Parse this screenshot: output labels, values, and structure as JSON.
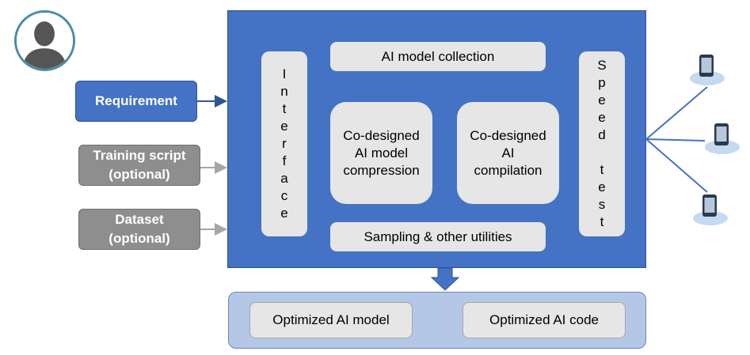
{
  "inputs": {
    "requirement": "Requirement",
    "training_script": "Training script\n(optional)",
    "dataset": "Dataset\n(optional)"
  },
  "framework": {
    "interface_letters": [
      "I",
      "n",
      "t",
      "e",
      "r",
      "f",
      "a",
      "c",
      "e"
    ],
    "speed_test_letters": [
      "S",
      "p",
      "e",
      "e",
      "d",
      " ",
      "t",
      "e",
      "s",
      "t"
    ],
    "model_collection": "AI model collection",
    "codesigned_compression": "Co-designed\nAI model\ncompression",
    "codesigned_compilation": "Co-designed\nAI\ncompilation",
    "sampling": "Sampling & other utilities"
  },
  "outputs": {
    "optimized_model": "Optimized AI model",
    "optimized_code": "Optimized AI code"
  },
  "icons": {
    "user": "user-avatar-icon",
    "phone": "smartphone-icon"
  },
  "colors": {
    "primary_blue": "#4472c4",
    "gray_input": "#8e8e8e",
    "light_box": "#e6e6e6",
    "output_area": "#b4c7e7"
  }
}
